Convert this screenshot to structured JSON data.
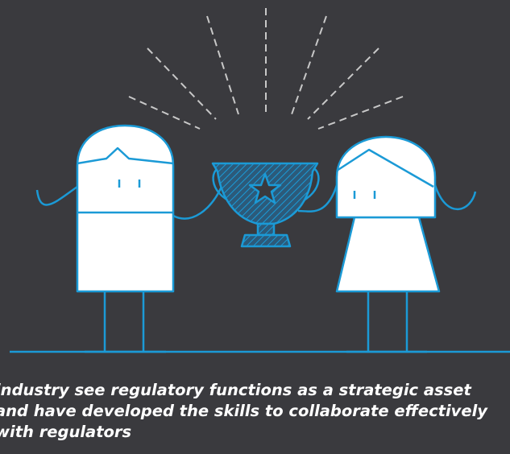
{
  "colors": {
    "background": "#3a3a3e",
    "outline": "#1b9ad6",
    "figure_fill": "#ffffff",
    "trophy_fill": "#2c5a7a",
    "rays": "#c8c8c8",
    "caption_text": "#ffffff"
  },
  "illustration": {
    "icons": [
      "sparkle-rays-icon",
      "person-left-icon",
      "trophy-star-icon",
      "person-right-icon",
      "ground-line-icon"
    ]
  },
  "caption": {
    "line1": "industry see regulatory functions as a strategic asset",
    "line2": "and have developed the skills to collaborate effectively",
    "line3": "with regulators"
  }
}
